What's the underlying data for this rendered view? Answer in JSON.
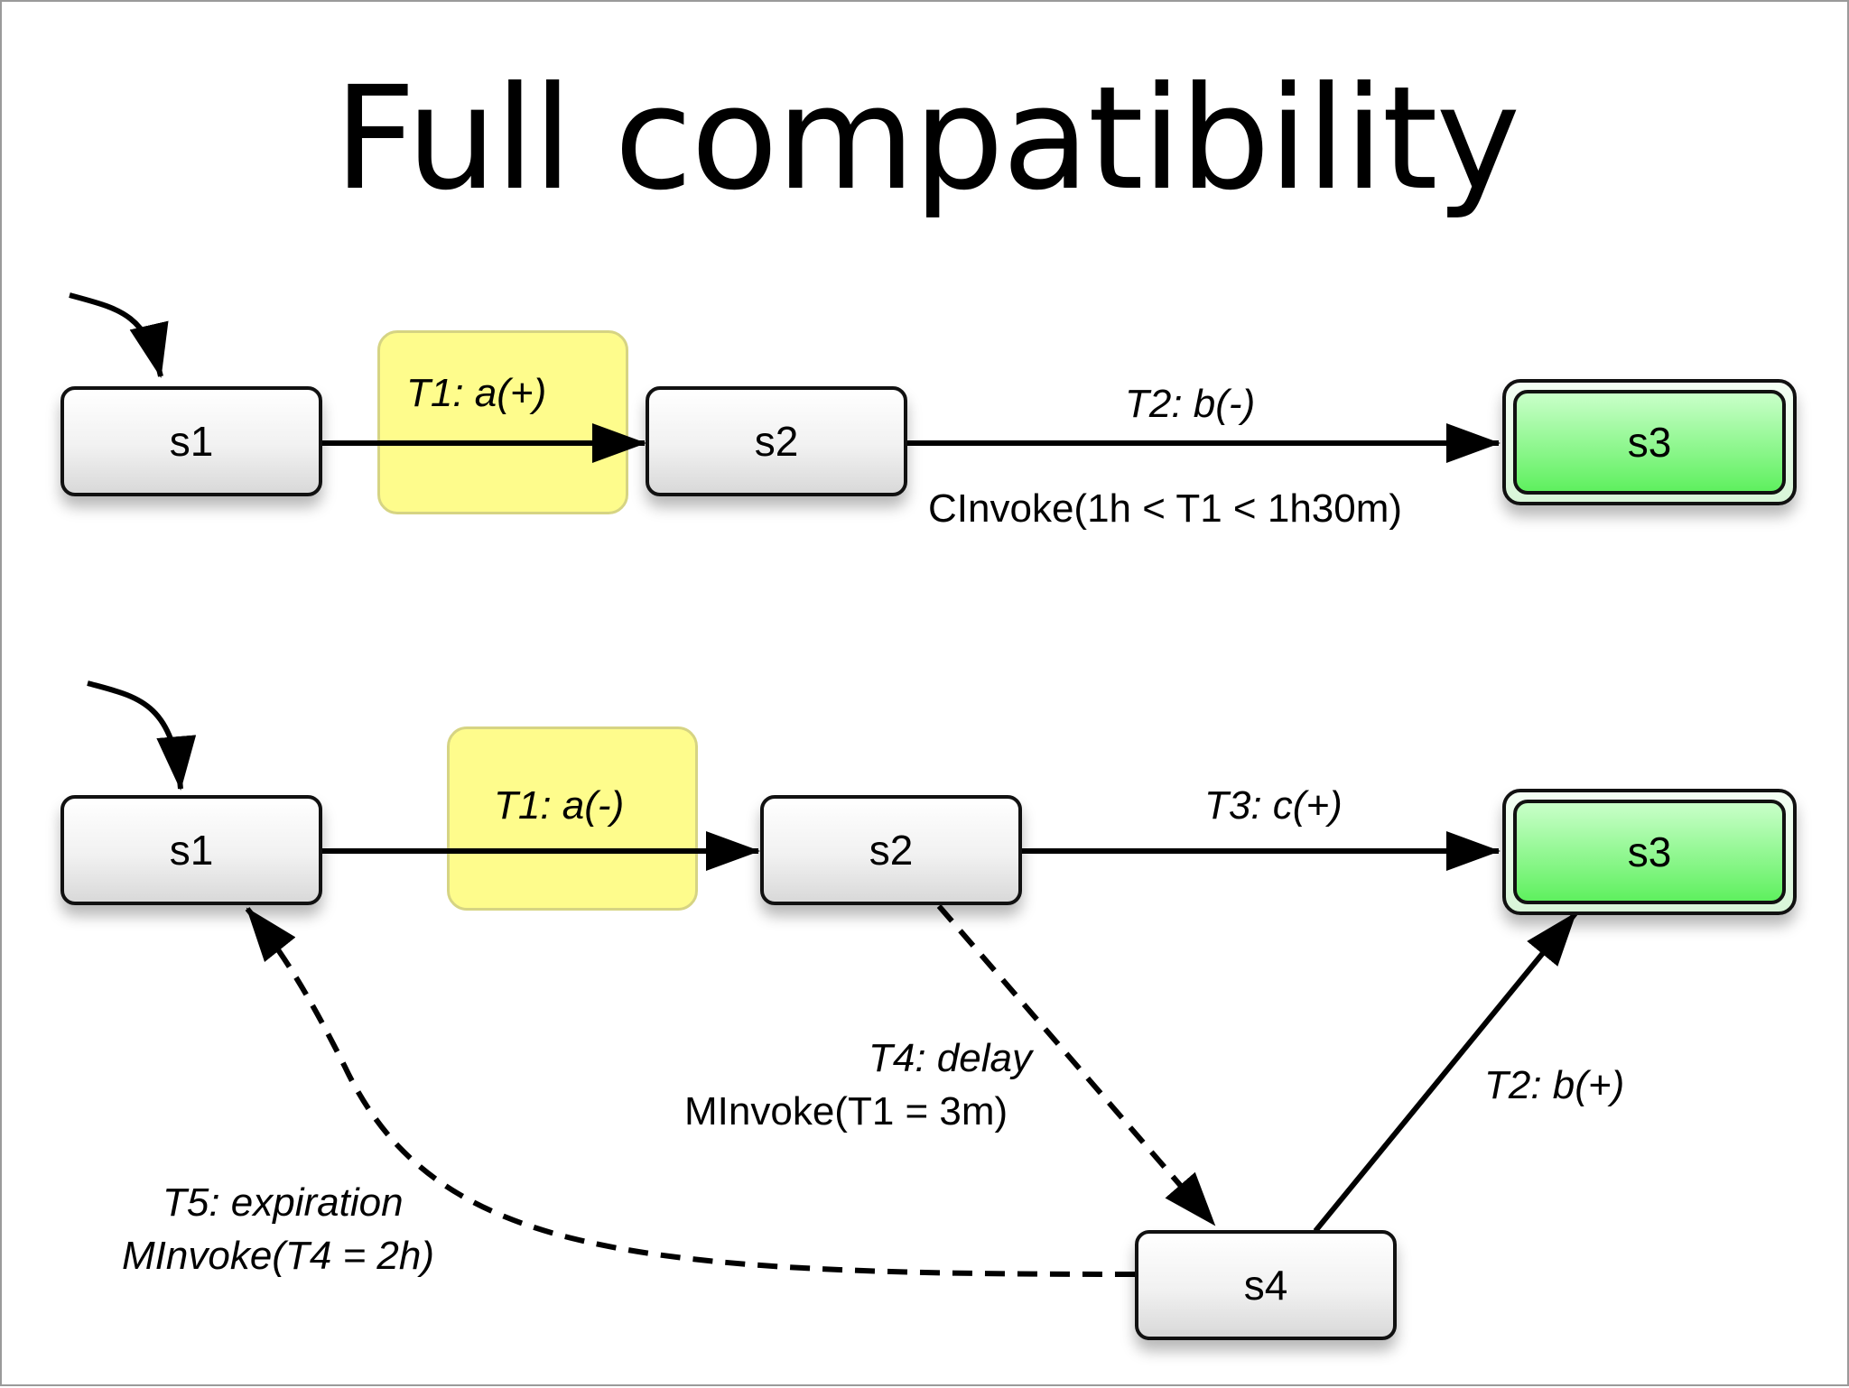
{
  "title": "Full compatibility",
  "top": {
    "states": {
      "s1": "s1",
      "s2": "s2",
      "s3": "s3"
    },
    "t1": "T1: a(+)",
    "t2": "T2: b(-)",
    "t2_constraint": "CInvoke(1h < T1 < 1h30m)"
  },
  "bottom": {
    "states": {
      "s1": "s1",
      "s2": "s2",
      "s3": "s3",
      "s4": "s4"
    },
    "t1": "T1: a(-)",
    "t3": "T3: c(+)",
    "t2": "T2: b(+)",
    "t4": "T4: delay",
    "t4_constraint": "MInvoke(T1 = 3m)",
    "t5": "T5: expiration",
    "t5_constraint": "MInvoke(T4 = 2h)"
  },
  "colors": {
    "guard": "#fefc8c",
    "final_state": "#5ff05f",
    "state": "#eeeeee"
  }
}
